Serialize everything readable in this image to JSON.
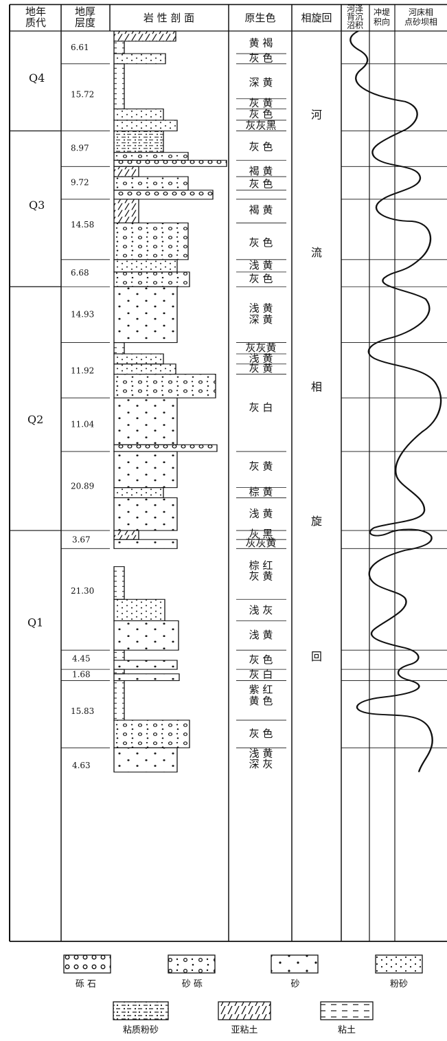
{
  "headers": {
    "era": [
      "地年",
      "质代"
    ],
    "thickness": [
      "地厚",
      "层度"
    ],
    "profile": "岩 性 剖 面",
    "color": "原生色",
    "facies": "相旋回",
    "sub": [
      [
        "河泽",
        "背沉",
        "沼积"
      ],
      [
        "冲堤",
        "积向"
      ],
      [
        "河床相",
        "点砂坝相"
      ]
    ]
  },
  "eras": [
    {
      "label": "Q4"
    },
    {
      "label": "Q3"
    },
    {
      "label": "Q2"
    },
    {
      "label": "Q1"
    }
  ],
  "thicknesses": [
    "6.61",
    "15.72",
    "8.97",
    "9.72",
    "14.58",
    "6.68",
    "14.93",
    "11.92",
    "11.04",
    "20.89",
    "3.67",
    "21.30",
    "4.45",
    "1.68",
    "15.83",
    "4.63"
  ],
  "colors": [
    "黄 褐",
    "灰 色",
    "深 黄",
    "灰 黄",
    "灰 色",
    "灰灰黑",
    "灰 色",
    "褐 黄",
    "灰 色",
    "褐 黄",
    "灰 色",
    "浅 黄",
    "灰 色",
    "浅 黄",
    "深 黄",
    "灰灰黄",
    "浅 黄",
    "灰 黄",
    "灰 白",
    "灰 黄",
    "棕 黄",
    "浅 黄",
    "灰 黑",
    "灰灰黄",
    "棕 红",
    "灰 黄",
    "浅 灰",
    "浅 黄",
    "灰 色",
    "灰 白",
    "紫 红",
    "黄 色",
    "灰 色",
    "浅 黄",
    "深 灰"
  ],
  "facies_chars": [
    "河",
    "流",
    "相",
    "旋",
    "回"
  ],
  "legend": [
    "砾 石",
    "砂 砾",
    "砂",
    "粉砂",
    "粘质粉砂",
    "亚粘土",
    "粘土"
  ]
}
